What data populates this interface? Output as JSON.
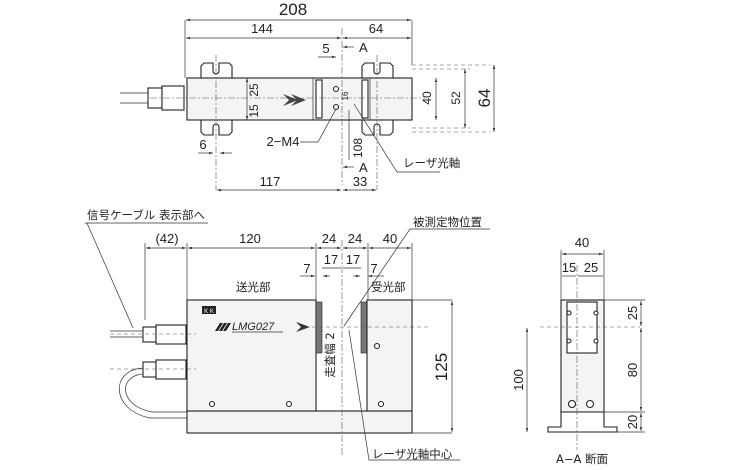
{
  "top_view": {
    "dims": {
      "overall": "208",
      "left": "144",
      "right": "64",
      "offset5": "5",
      "section_top": "A",
      "section_bottom": "A",
      "h25": "25",
      "h15": "15",
      "h16": "16",
      "w40": "40",
      "w52": "52",
      "w64": "64",
      "slot6": "6",
      "d117": "117",
      "d33": "33",
      "d108": "108"
    },
    "labels": {
      "m4": "2−M4",
      "laser_axis": "レーザ光軸"
    }
  },
  "front_view": {
    "dims": {
      "cable": "(42)",
      "body": "120",
      "gap_left": "24",
      "gap_right": "24",
      "receiver": "40",
      "inner_left": "17",
      "inner_right": "17",
      "edge_left": "7",
      "edge_right": "7",
      "height": "125",
      "scan_width": "走査幅 2"
    },
    "labels": {
      "cable": "信号ケーブル 表示部へ",
      "emitter": "送光部",
      "receiver": "受光部",
      "object_position": "被測定物位置",
      "laser_center": "レーザ光軸中心",
      "model": "LMG027",
      "brand": "K K"
    }
  },
  "section_view": {
    "dims": {
      "width": "40",
      "w15": "15",
      "w25": "25",
      "h100": "100",
      "h25": "25",
      "h80": "80",
      "h20": "20"
    },
    "title": "A−A 断面"
  },
  "colors": {
    "line": "#222222",
    "body_fill": "#f4f4f4"
  }
}
